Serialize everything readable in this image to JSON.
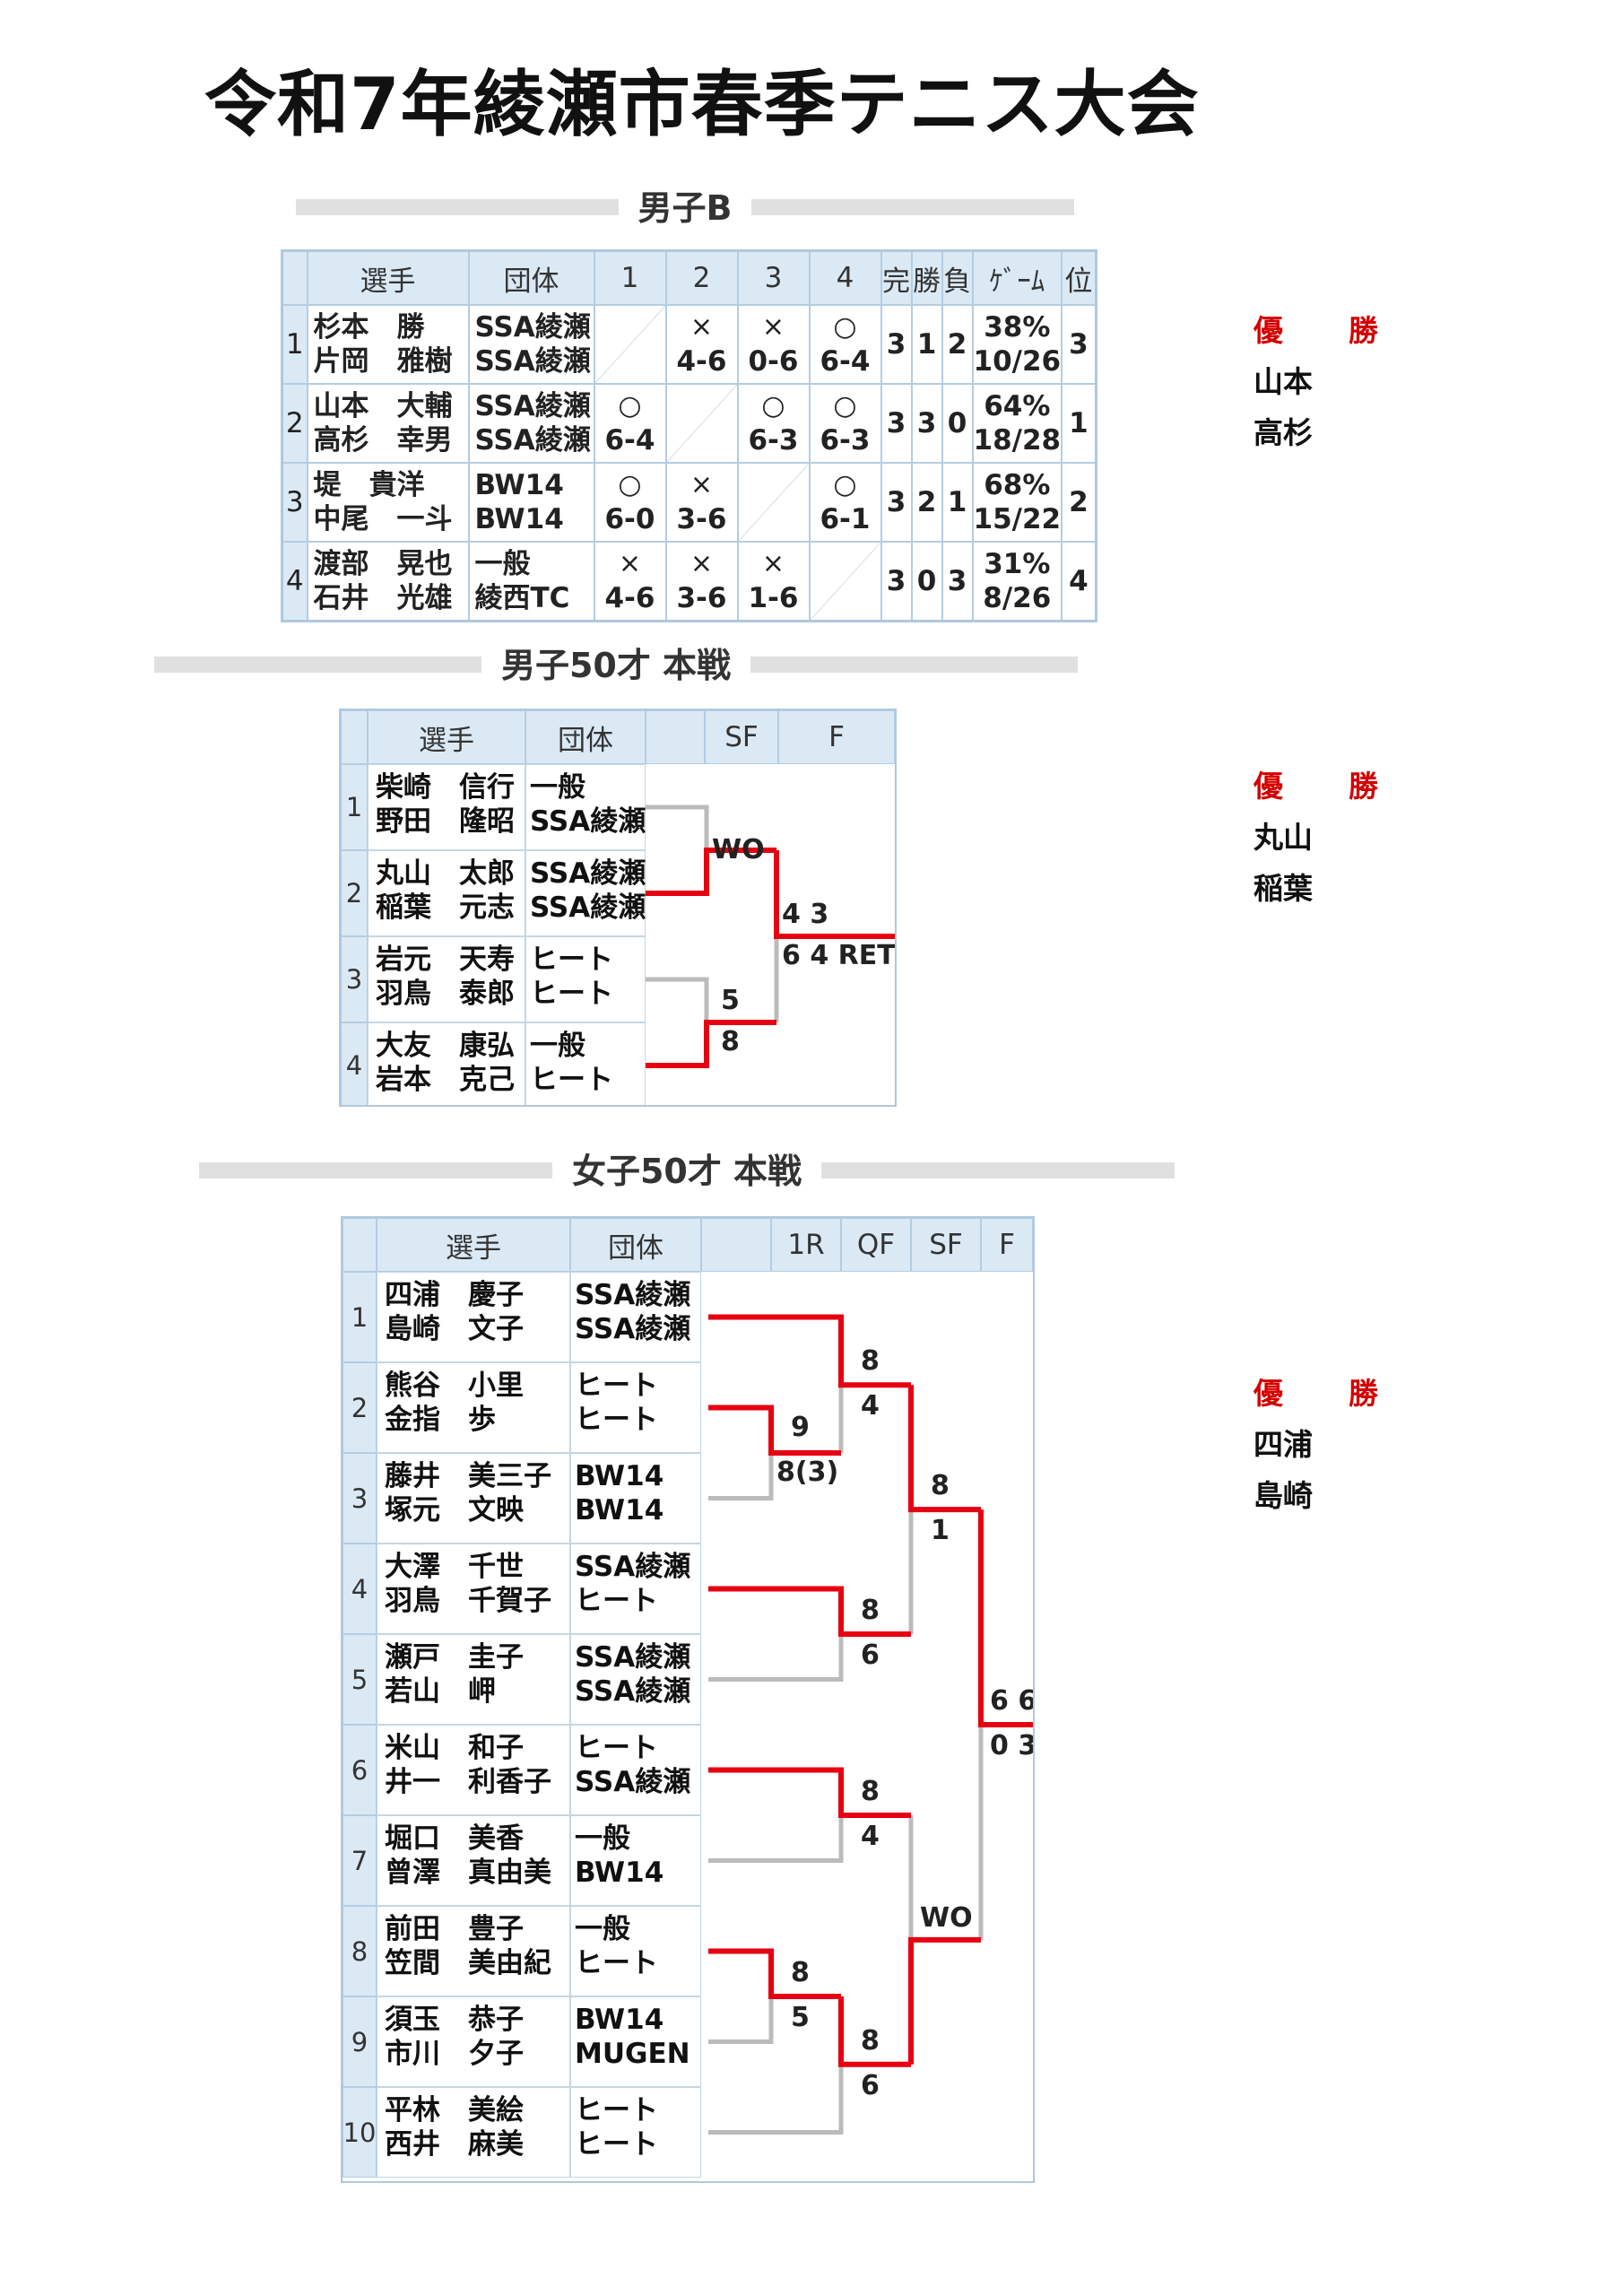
{
  "page_title": "令和7年綾瀬市春季テニス大会",
  "sections": {
    "men_b": "男子B",
    "men_50": "男子50才 本戦",
    "women_50": "女子50才 本戦"
  },
  "winner_label": "優　勝",
  "men_b": {
    "headers": [
      "選手",
      "団体",
      "1",
      "2",
      "3",
      "4",
      "完",
      "勝",
      "負",
      "ｹﾞｰﾑ",
      "位"
    ],
    "rows": [
      {
        "no": "1",
        "p1": "杉本　勝",
        "p2": "片岡　雅樹",
        "t1": "SSA綾瀬",
        "t2": "SSA綾瀬",
        "r": [
          {
            "m": "",
            "s": ""
          },
          {
            "m": "×",
            "s": "4-6"
          },
          {
            "m": "×",
            "s": "0-6"
          },
          {
            "m": "○",
            "s": "6-4"
          }
        ],
        "comp": "3",
        "win": "1",
        "loss": "2",
        "pct": "38%",
        "games": "10/26",
        "rank": "3"
      },
      {
        "no": "2",
        "p1": "山本　大輔",
        "p2": "高杉　幸男",
        "t1": "SSA綾瀬",
        "t2": "SSA綾瀬",
        "r": [
          {
            "m": "○",
            "s": "6-4"
          },
          {
            "m": "",
            "s": ""
          },
          {
            "m": "○",
            "s": "6-3"
          },
          {
            "m": "○",
            "s": "6-3"
          }
        ],
        "comp": "3",
        "win": "3",
        "loss": "0",
        "pct": "64%",
        "games": "18/28",
        "rank": "1"
      },
      {
        "no": "3",
        "p1": "堤　貴洋",
        "p2": "中尾　一斗",
        "t1": "BW14",
        "t2": "BW14",
        "r": [
          {
            "m": "○",
            "s": "6-0"
          },
          {
            "m": "×",
            "s": "3-6"
          },
          {
            "m": "",
            "s": ""
          },
          {
            "m": "○",
            "s": "6-1"
          }
        ],
        "comp": "3",
        "win": "2",
        "loss": "1",
        "pct": "68%",
        "games": "15/22",
        "rank": "2"
      },
      {
        "no": "4",
        "p1": "渡部　晃也",
        "p2": "石井　光雄",
        "t1": "一般",
        "t2": "綾西TC",
        "r": [
          {
            "m": "×",
            "s": "4-6"
          },
          {
            "m": "×",
            "s": "3-6"
          },
          {
            "m": "×",
            "s": "1-6"
          },
          {
            "m": "",
            "s": ""
          }
        ],
        "comp": "3",
        "win": "0",
        "loss": "3",
        "pct": "31%",
        "games": "8/26",
        "rank": "4"
      }
    ],
    "winner": [
      "山本",
      "高杉"
    ]
  },
  "men_50": {
    "headers": [
      "選手",
      "団体",
      "SF",
      "F"
    ],
    "players": [
      {
        "no": "1",
        "p1": "柴崎　信行",
        "p2": "野田　隆昭",
        "t1": "一般",
        "t2": "SSA綾瀬"
      },
      {
        "no": "2",
        "p1": "丸山　太郎",
        "p2": "稲葉　元志",
        "t1": "SSA綾瀬",
        "t2": "SSA綾瀬"
      },
      {
        "no": "3",
        "p1": "岩元　天寿",
        "p2": "羽鳥　泰郎",
        "t1": "ヒート",
        "t2": "ヒート"
      },
      {
        "no": "4",
        "p1": "大友　康弘",
        "p2": "岩本　克己",
        "t1": "一般",
        "t2": "ヒート"
      }
    ],
    "scores": [
      "WO",
      "5",
      "8",
      "4 3",
      "6 4 RET"
    ],
    "winner": [
      "丸山",
      "稲葉"
    ]
  },
  "women_50": {
    "headers": [
      "選手",
      "団体",
      "1R",
      "QF",
      "SF",
      "F"
    ],
    "players": [
      {
        "no": "1",
        "p1": "四浦　慶子",
        "p2": "島崎　文子",
        "t1": "SSA綾瀬",
        "t2": "SSA綾瀬"
      },
      {
        "no": "2",
        "p1": "熊谷　小里",
        "p2": "金指　歩",
        "t1": "ヒート",
        "t2": "ヒート"
      },
      {
        "no": "3",
        "p1": "藤井　美三子",
        "p2": "塚元　文映",
        "t1": "BW14",
        "t2": "BW14"
      },
      {
        "no": "4",
        "p1": "大澤　千世",
        "p2": "羽鳥　千賀子",
        "t1": "SSA綾瀬",
        "t2": "ヒート"
      },
      {
        "no": "5",
        "p1": "瀬戸　圭子",
        "p2": "若山　岬",
        "t1": "SSA綾瀬",
        "t2": "SSA綾瀬"
      },
      {
        "no": "6",
        "p1": "米山　和子",
        "p2": "井一　利香子",
        "t1": "ヒート",
        "t2": "SSA綾瀬"
      },
      {
        "no": "7",
        "p1": "堀口　美香",
        "p2": "曾澤　真由美",
        "t1": "一般",
        "t2": "BW14"
      },
      {
        "no": "8",
        "p1": "前田　豊子",
        "p2": "笠間　美由紀",
        "t1": "一般",
        "t2": "ヒート"
      },
      {
        "no": "9",
        "p1": "須玉　恭子",
        "p2": "市川　夕子",
        "t1": "BW14",
        "t2": "MUGEN"
      },
      {
        "no": "10",
        "p1": "平林　美絵",
        "p2": "西井　麻美",
        "t1": "ヒート",
        "t2": "ヒート"
      }
    ],
    "scores": [
      "9",
      "8(3)",
      "8",
      "4",
      "8",
      "6",
      "8",
      "4",
      "8",
      "5",
      "8",
      "6",
      "8",
      "1",
      "WO",
      "6 6",
      "0 3"
    ],
    "winner": [
      "四浦",
      "島崎"
    ]
  },
  "colors": {
    "win_line": "#e60012",
    "loss_line": "#bbbbbb",
    "header_bg": "#dbe9f5",
    "winner_label": "#d40000"
  }
}
